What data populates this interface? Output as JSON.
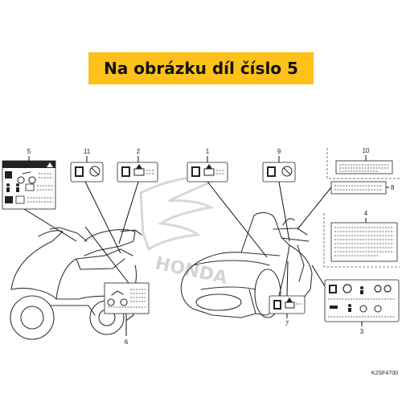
{
  "banner": {
    "text": "Na obrázku díl číslo 5",
    "bg_color": "#fdc11a"
  },
  "diagram": {
    "watermark": "HONDA",
    "code": "K2SF4700",
    "callouts": [
      {
        "id": "5",
        "label": "5"
      },
      {
        "id": "11",
        "label": "11"
      },
      {
        "id": "2",
        "label": "2"
      },
      {
        "id": "1",
        "label": "1"
      },
      {
        "id": "9",
        "label": "9"
      },
      {
        "id": "10",
        "label": "10"
      },
      {
        "id": "8",
        "label": "8"
      },
      {
        "id": "4",
        "label": "4"
      },
      {
        "id": "3",
        "label": "3"
      },
      {
        "id": "7",
        "label": "7"
      },
      {
        "id": "6",
        "label": "6"
      }
    ]
  }
}
